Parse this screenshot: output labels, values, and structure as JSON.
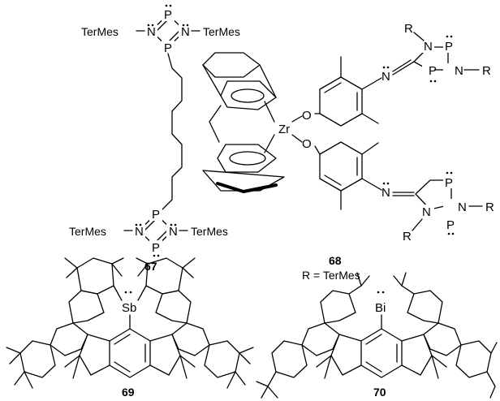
{
  "compounds": {
    "c67": {
      "number": "67",
      "substituent": "TerMes",
      "atom_P": "P",
      "atom_N": "N"
    },
    "c68": {
      "number": "68",
      "legend": "R = TerMes",
      "atom_Zr": "Zr",
      "atom_O": "O",
      "atom_N": "N",
      "atom_P": "P",
      "R": "R"
    },
    "c69": {
      "number": "69",
      "atom": "Sb"
    },
    "c70": {
      "number": "70",
      "atom": "Bi"
    }
  }
}
